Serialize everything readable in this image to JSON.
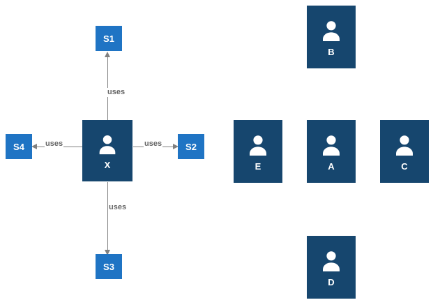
{
  "diagram": {
    "colors": {
      "person_card_bg": "#16466E",
      "service_square_bg": "#1F74C4",
      "edge_color": "#808080",
      "edge_text_color": "#666666",
      "node_text_color": "#FFFFFF"
    },
    "actor": {
      "label": "X"
    },
    "services": [
      {
        "label": "S1"
      },
      {
        "label": "S2"
      },
      {
        "label": "S3"
      },
      {
        "label": "S4"
      }
    ],
    "edges": [
      {
        "label": "uses"
      },
      {
        "label": "uses"
      },
      {
        "label": "uses"
      },
      {
        "label": "uses"
      }
    ],
    "persons": [
      {
        "label": "B"
      },
      {
        "label": "E"
      },
      {
        "label": "A"
      },
      {
        "label": "C"
      },
      {
        "label": "D"
      }
    ]
  }
}
